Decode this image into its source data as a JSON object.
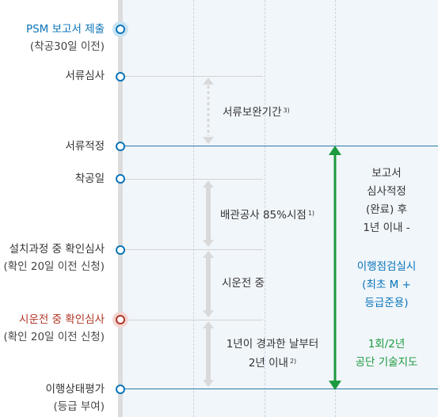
{
  "stages": [
    {
      "title": "PSM 보고서 제출",
      "sub": "(착공30일 이전)"
    },
    {
      "title": "서류심사",
      "sub": ""
    },
    {
      "title": "서류적정",
      "sub": ""
    },
    {
      "title": "착공일",
      "sub": ""
    },
    {
      "title": "설치과정 중 확인심사",
      "sub": "(확인 20일 이전 신청)"
    },
    {
      "title": "시운전 중 확인심사",
      "sub": "(확인 20일 이전 신청)"
    },
    {
      "title": "이행상태평가",
      "sub": "(등급 부여)"
    }
  ],
  "intervals": {
    "review_supplement": {
      "text": "서류보완기간",
      "note": "3)"
    },
    "piping_85": {
      "text": "배관공사 85%시점",
      "note": "1)"
    },
    "trial_run": {
      "text": "시운전 중"
    },
    "one_year_line1": "1년이 경과한 날부터",
    "one_year_line2": {
      "text": "2년 이내",
      "note": "2)"
    }
  },
  "right_panel": {
    "black_lines": [
      "보고서",
      "심사적정",
      "(완료) 후",
      "1년 이내 -"
    ],
    "blue_lines": [
      "이행점검실시",
      "(최초 M +",
      "등급준용)"
    ],
    "green_lines": [
      "1회/2년",
      "공단 기술지도"
    ]
  },
  "colors": {
    "accent_blue": "#0a74b8",
    "accent_red": "#b03525",
    "accent_green": "#1c9a3e",
    "gray_arrow": "#d9d9d9",
    "band": "#f1f6fb"
  }
}
